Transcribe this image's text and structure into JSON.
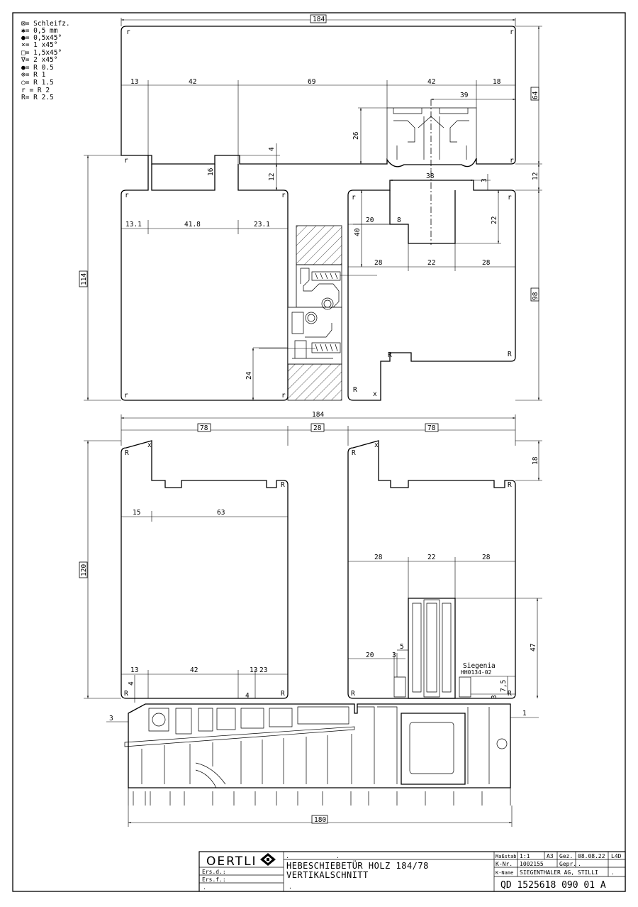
{
  "legend": [
    "⊠= Schleifz.",
    "✱= 0,5 mm",
    "●= 0,5x45°",
    "×= 1  x45°",
    "□= 1,5x45°",
    "∇= 2  x45°",
    "●= R 0.5",
    "⊗= R 1",
    "○= R 1.5",
    "r = R 2",
    "R= R 2.5"
  ],
  "dims_top": {
    "overall_width": "184",
    "seg1": "13",
    "seg2": "42",
    "seg3": "69",
    "seg4": "42",
    "seg5": "18",
    "seg6": "39",
    "height_right": "64",
    "depth_26": "26",
    "step_4": "4",
    "groove_16": "16",
    "gap_12": "12",
    "gap_12_right": "12",
    "left_w1": "13.1",
    "left_w2": "41.8",
    "left_w3": "23.1",
    "left_h_114": "114",
    "left_h_24": "24",
    "right_38": "38",
    "right_3": "3",
    "right_22v": "22",
    "right_40": "40",
    "right_20": "20",
    "right_8": "8",
    "right_28a": "28",
    "right_22b": "22",
    "right_28b": "28",
    "right_h_98": "98"
  },
  "dims_bottom": {
    "overall_width": "184",
    "seg_left": "78",
    "seg_mid": "28",
    "seg_right": "78",
    "right_18": "18",
    "height_120": "120",
    "left_15": "15",
    "left_63": "63",
    "right_28a": "28",
    "right_22": "22",
    "right_28b": "28",
    "right_47": "47",
    "left_13": "13",
    "left_42": "42",
    "left_13b": "13",
    "left_23": "23",
    "left_4": "4",
    "left_4b": "4",
    "right_20": "20",
    "right_3": "3",
    "right_5": "5",
    "right_7_5": "7,5",
    "right_3b": "3",
    "right_1": "1",
    "left_3": "3",
    "base_180": "180",
    "seal_label_1": "Siegenia",
    "seal_label_2": "HH0134-02"
  },
  "corner_marks": {
    "r": "r",
    "R": "R",
    "x": "x"
  },
  "title_block": {
    "brand": "OERTLI",
    "title_line1": "HEBESCHIEBETÜR HOLZ 184/78",
    "title_line2": "VERTIKALSCHNITT",
    "dot": ".",
    "ers_d": "Ers.d.:",
    "ers_f": "Ers.f.:",
    "massstab_label": "Maßstab",
    "massstab_val": "1:1",
    "format": "A3",
    "gez_label": "Gez.",
    "date": "08.08.22",
    "author": "L4D",
    "knr_label": "K-Nr.",
    "knr_val": "1002155",
    "gepr_label": "Gepr.",
    "gepr_val": ".",
    "kname_label": "K-Name",
    "kname_val": "SIEGENTHALER AG, STILLI",
    "drawing_number": "QD  1525618  090  01  A"
  }
}
